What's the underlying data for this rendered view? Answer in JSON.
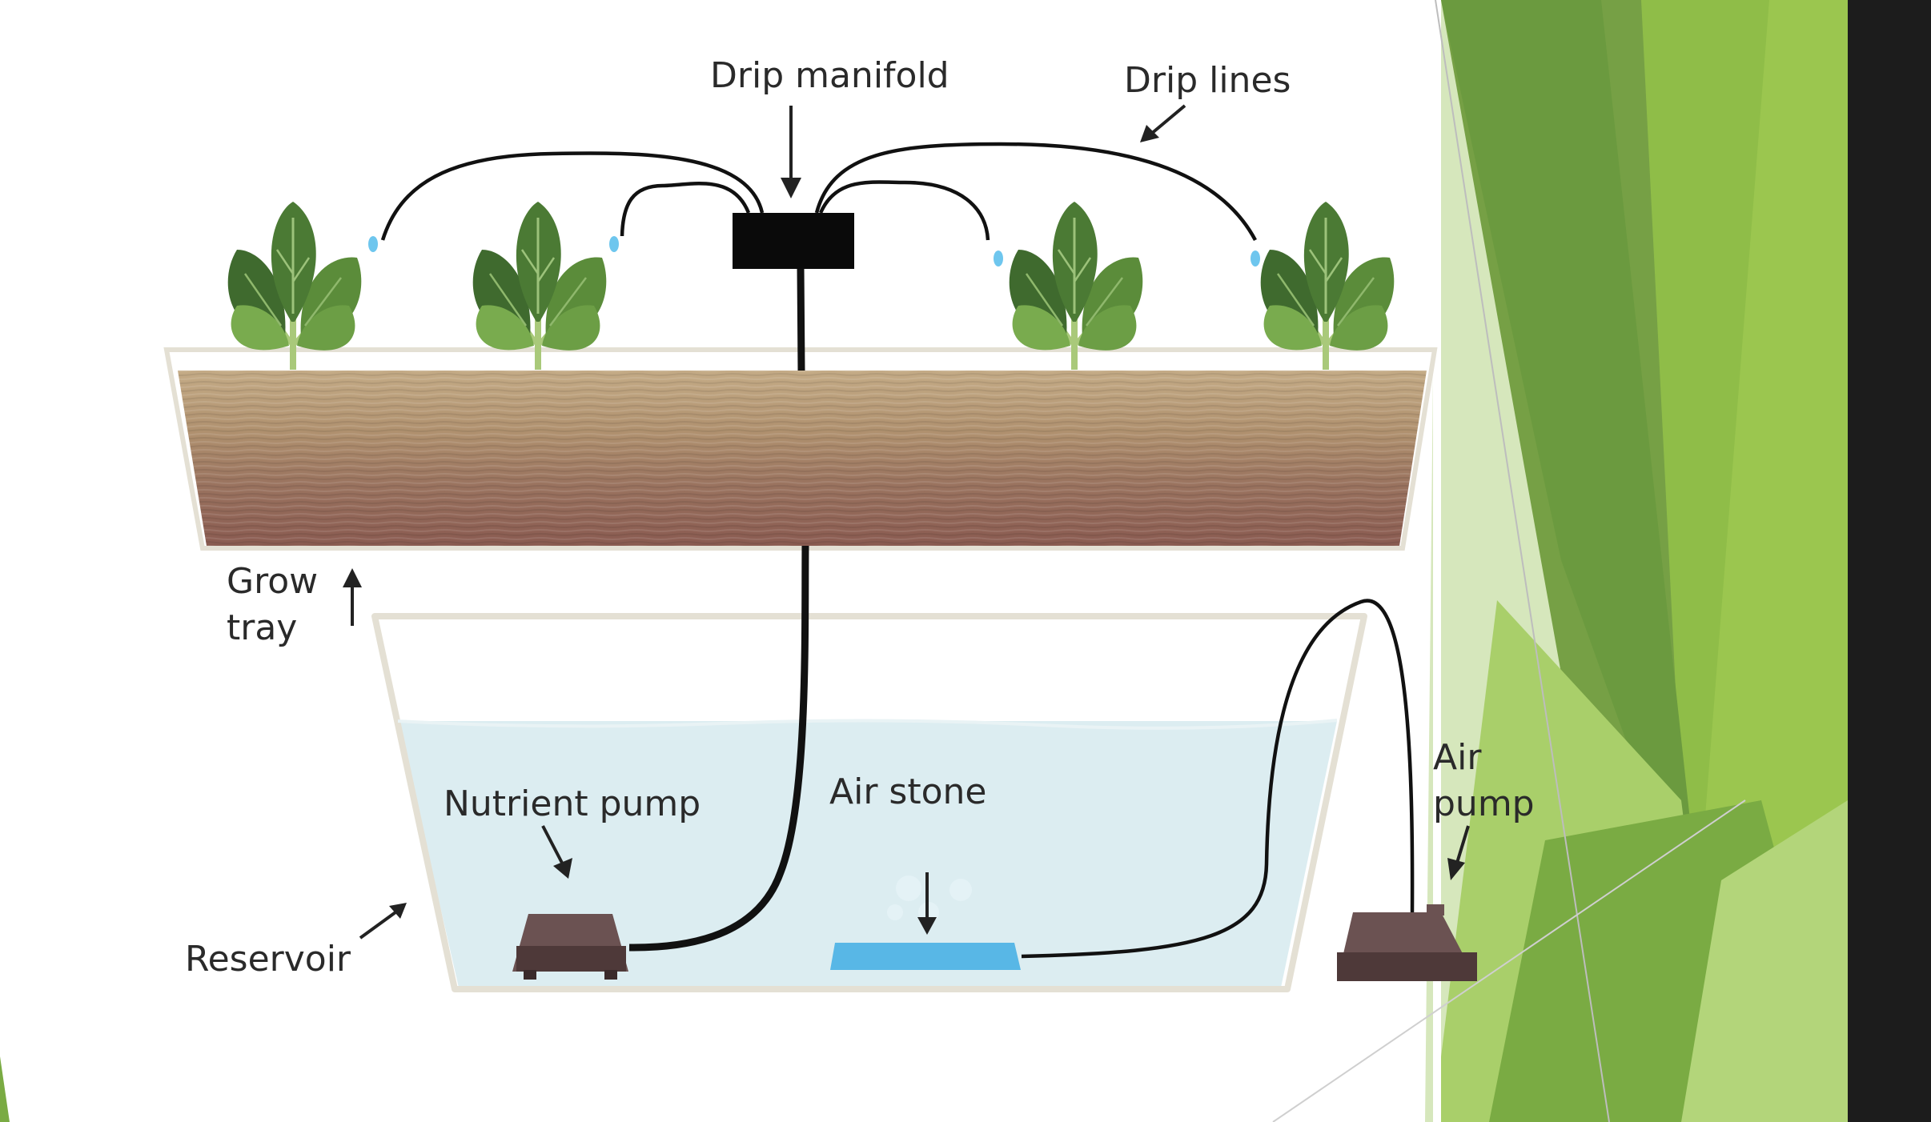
{
  "diagram": {
    "labels": {
      "drip_manifold": "Drip manifold",
      "drip_lines": "Drip lines",
      "grow_tray_line1": "Grow",
      "grow_tray_line2": "tray",
      "nutrient_pump": "Nutrient pump",
      "air_stone": "Air stone",
      "air_pump_line1": "Air",
      "air_pump_line2": "pump",
      "reservoir": "Reservoir"
    },
    "colors": {
      "leaf_dark": "#3f6a2e",
      "leaf_mid": "#5b8c3a",
      "leaf_light": "#79ab4e",
      "stem": "#a9c97a",
      "soil_top": "#c2a882",
      "soil_bottom": "#8c5e52",
      "water": "#dcedf1",
      "tray_rim": "#e4e0d4",
      "pump": "#5e4646",
      "air_stone": "#58b7e6",
      "drip_drop": "#6ec6ee",
      "slide_green_dark": "#6a9a3e",
      "slide_green_light": "#9bc64f",
      "slide_green_pale": "#d8e9c0",
      "side_panel": "#1c1c1c"
    }
  }
}
